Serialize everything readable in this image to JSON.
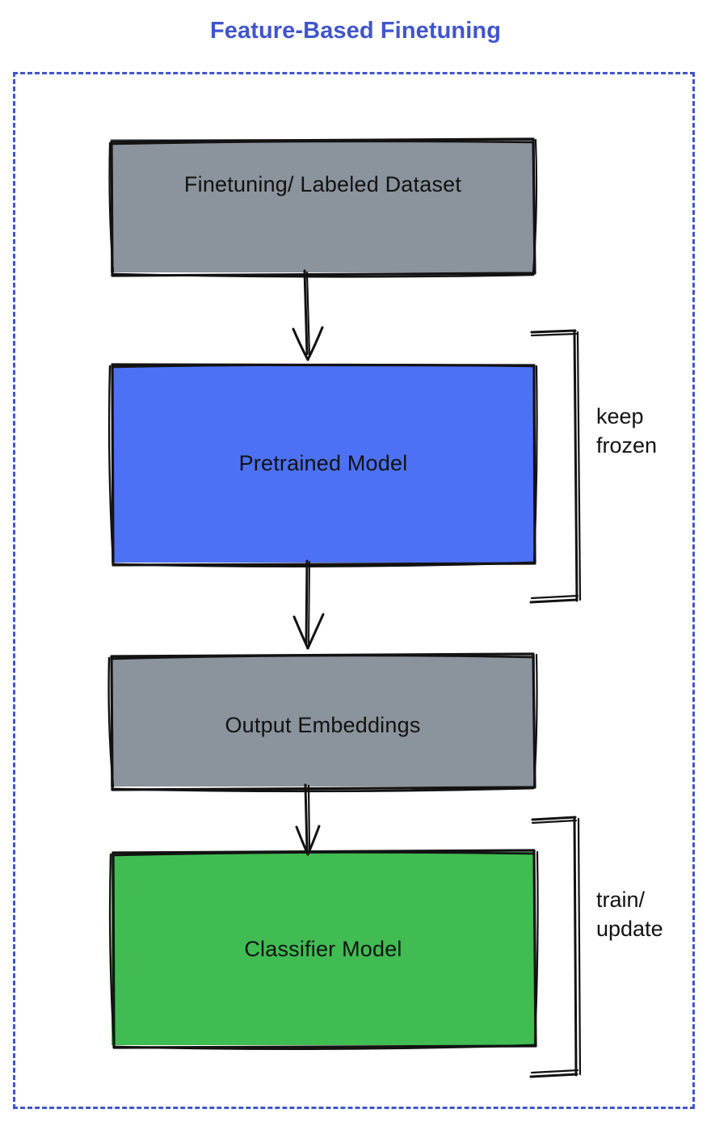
{
  "title": "Feature-Based Finetuning",
  "colors": {
    "title_blue": "#4055cc",
    "frame_blue": "#4055cc",
    "gray_fill": "#8b939c",
    "blue_fill": "#4d71f5",
    "green_fill": "#40bc53",
    "stroke": "#121212",
    "background": "#ffffff"
  },
  "nodes": [
    {
      "id": "dataset",
      "label": "Finetuning/ Labeled Dataset",
      "fill": "#8b939c"
    },
    {
      "id": "pretrained",
      "label": "Pretrained Model",
      "fill": "#4d71f5"
    },
    {
      "id": "embeddings",
      "label": "Output Embeddings",
      "fill": "#8b939c"
    },
    {
      "id": "classifier",
      "label": "Classifier Model",
      "fill": "#40bc53"
    }
  ],
  "arrows": [
    {
      "id": "arrow-1",
      "from": "dataset",
      "to": "pretrained",
      "icon": "down-arrow-icon"
    },
    {
      "id": "arrow-2",
      "from": "pretrained",
      "to": "embeddings",
      "icon": "down-arrow-icon"
    },
    {
      "id": "arrow-3",
      "from": "embeddings",
      "to": "classifier",
      "icon": "down-arrow-icon"
    }
  ],
  "annotations": [
    {
      "id": "keep-frozen",
      "target": "pretrained",
      "line1": "keep",
      "line2": "frozen"
    },
    {
      "id": "train-update",
      "target": "classifier",
      "line1": "train/",
      "line2": "update"
    }
  ]
}
